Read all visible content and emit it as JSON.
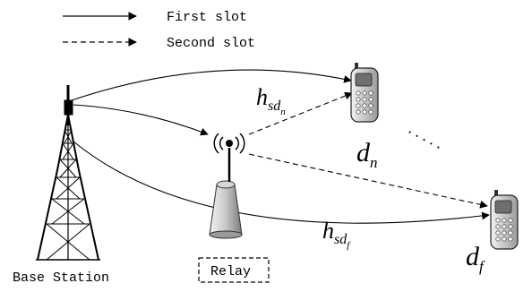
{
  "legend": {
    "solid_label": "First slot",
    "dashed_label": "Second slot"
  },
  "nodes": {
    "base_station_label": "Base Station",
    "relay_label": "Relay",
    "near_user": {
      "symbol": "d",
      "subscript": "n"
    },
    "far_user": {
      "symbol": "d",
      "subscript": "f"
    }
  },
  "channels": {
    "near": {
      "symbol": "h",
      "subscript": "sd",
      "sub_subscript": "n"
    },
    "far": {
      "symbol": "h",
      "subscript": "sd",
      "sub_subscript": "f"
    }
  },
  "ellipsis": "· · · · ·",
  "icons": {
    "tower": "base-station-tower-icon",
    "relay": "relay-antenna-icon",
    "phone": "mobile-phone-icon"
  }
}
